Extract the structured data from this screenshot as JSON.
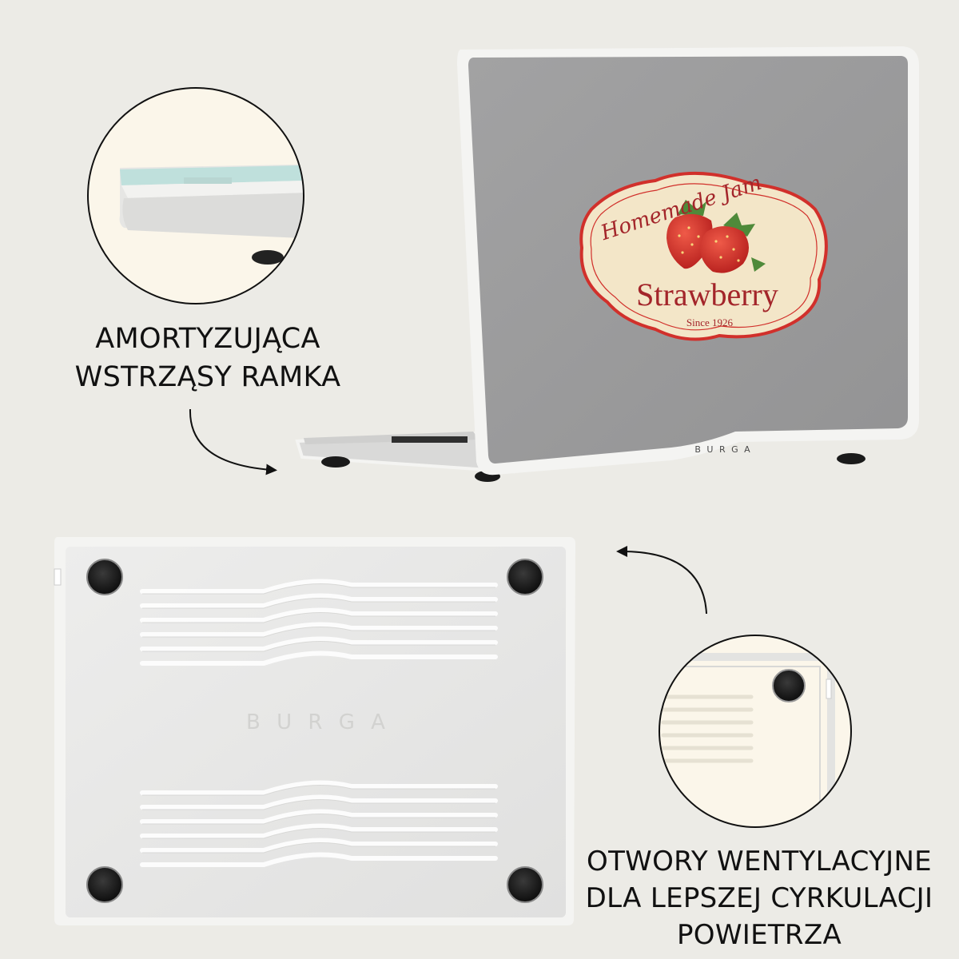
{
  "product": {
    "brand_lid": "B U R G A",
    "brand_bottom": "B U R G A"
  },
  "sticker": {
    "script_text": "Homemade Jam",
    "title": "Strawberry",
    "since": "Since 1926"
  },
  "callouts": {
    "shock": {
      "lines": [
        "AMORTYZUJĄCA",
        "WSTRZĄSY RAMKA"
      ],
      "icon": "arrow-curved-icon"
    },
    "vents": {
      "lines": [
        "OTWORY WENTYLACYJNE",
        "DLA LEPSZEJ CYRKULACJI",
        "POWIETRZA"
      ],
      "icon": "arrow-curved-icon"
    }
  },
  "colors": {
    "background": "#ecebe6",
    "lid": "#9a9a9b",
    "frame": "#f5f5f3",
    "label_cream": "#f3e6c8",
    "label_red": "#d1302b",
    "text_red": "#a3252a",
    "detail_bg": "#fbf6ea"
  }
}
